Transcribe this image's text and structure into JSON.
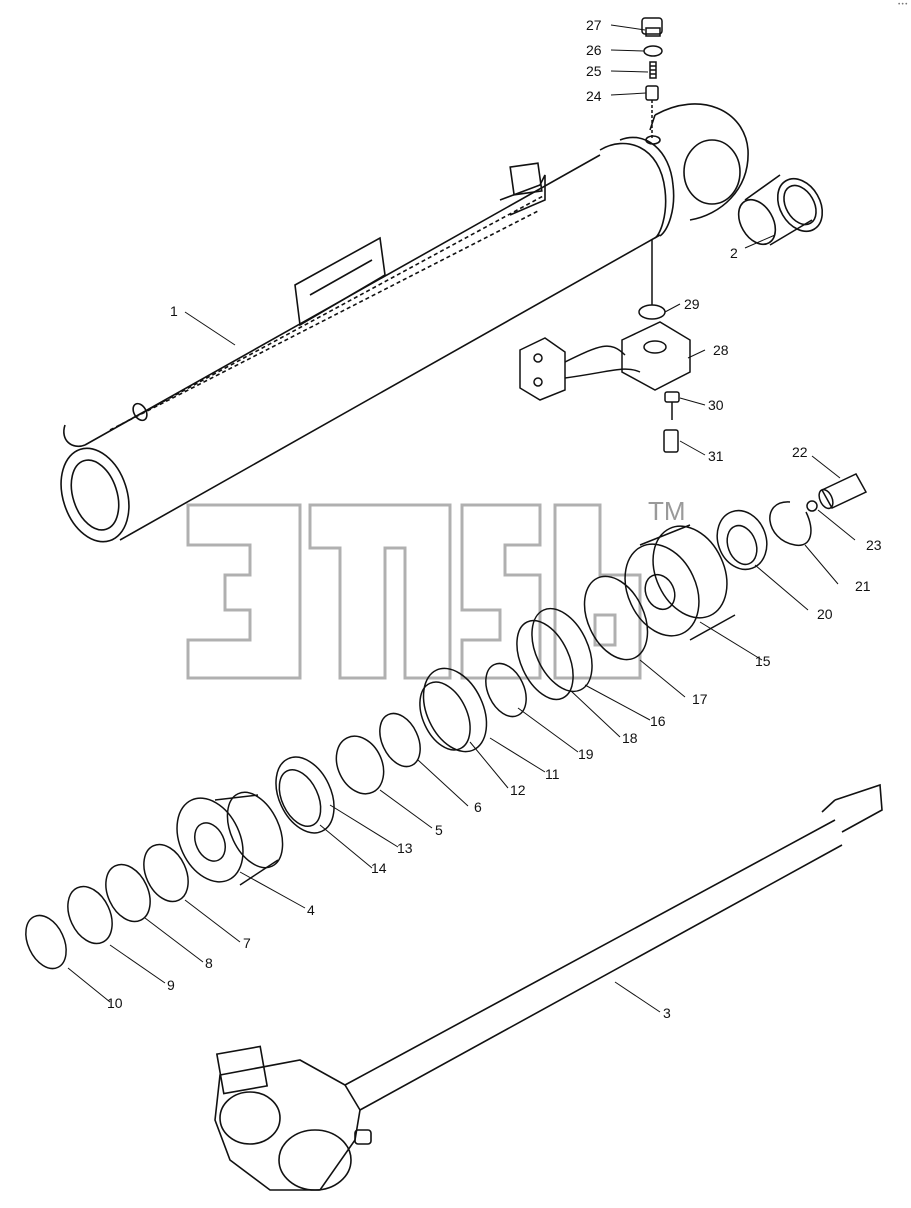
{
  "watermark": {
    "tm": "TM"
  },
  "corner_mark": "•••",
  "parts": [
    {
      "n": "1"
    },
    {
      "n": "2"
    },
    {
      "n": "3"
    },
    {
      "n": "4"
    },
    {
      "n": "5"
    },
    {
      "n": "6"
    },
    {
      "n": "7"
    },
    {
      "n": "8"
    },
    {
      "n": "9"
    },
    {
      "n": "10"
    },
    {
      "n": "11"
    },
    {
      "n": "12"
    },
    {
      "n": "13"
    },
    {
      "n": "14"
    },
    {
      "n": "15"
    },
    {
      "n": "16"
    },
    {
      "n": "17"
    },
    {
      "n": "18"
    },
    {
      "n": "19"
    },
    {
      "n": "20"
    },
    {
      "n": "21"
    },
    {
      "n": "22"
    },
    {
      "n": "23"
    },
    {
      "n": "24"
    },
    {
      "n": "25"
    },
    {
      "n": "26"
    },
    {
      "n": "27"
    },
    {
      "n": "28"
    },
    {
      "n": "29"
    },
    {
      "n": "30"
    },
    {
      "n": "31"
    }
  ]
}
